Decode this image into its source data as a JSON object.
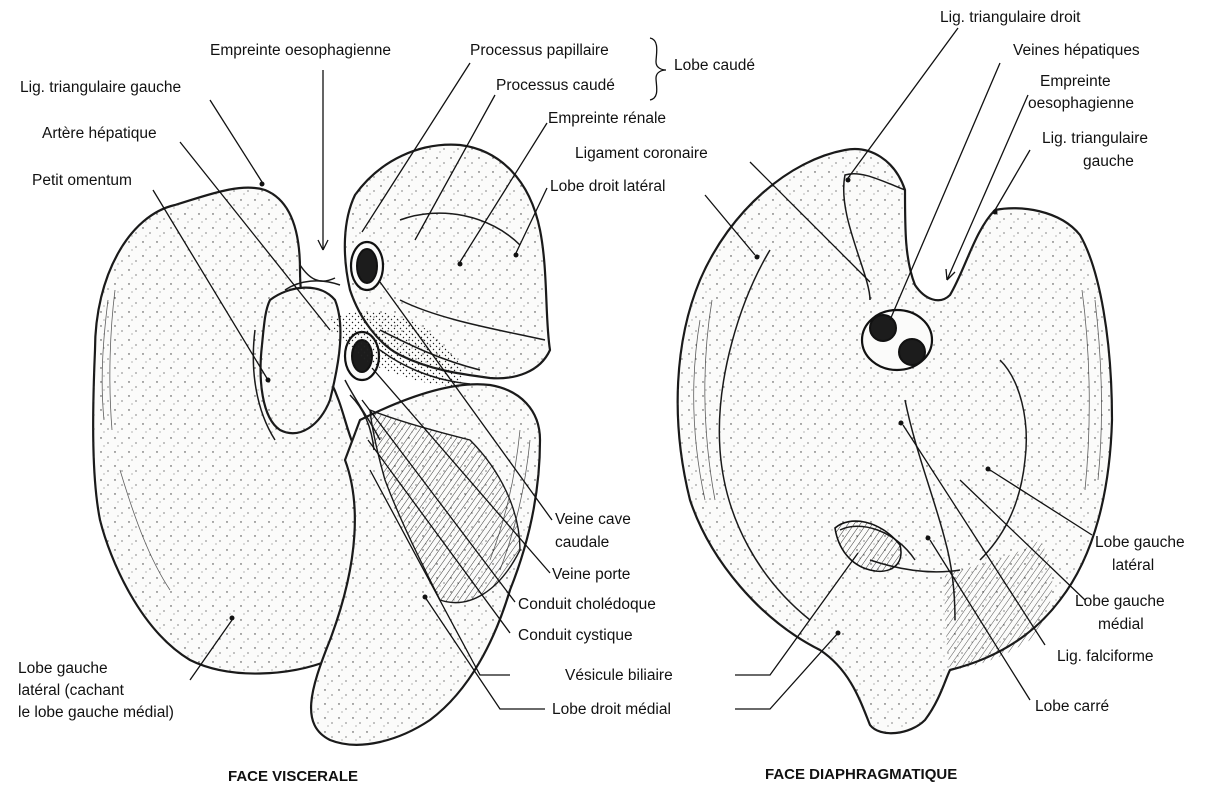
{
  "panels": [
    {
      "caption": "FACE VISCERALE",
      "labels": [
        "Empreinte oesophagienne",
        "Processus papillaire",
        "Processus caudé",
        "Lobe caudé",
        "Lig. triangulaire gauche",
        "Artère hépatique",
        "Petit omentum",
        "Empreinte rénale",
        "Lobe droit latéral",
        "Veine cave",
        "caudale",
        "Veine porte",
        "Conduit cholédoque",
        "Conduit cystique",
        "Vésicule biliaire",
        "Lobe droit médial",
        "Lobe gauche",
        "latéral (cachant",
        "le lobe gauche médial)"
      ]
    },
    {
      "caption": "FACE DIAPHRAGMATIQUE",
      "labels": [
        "Lig. triangulaire droit",
        "Veines hépatiques",
        "Empreinte",
        "oesophagienne",
        "Lig. triangulaire",
        "gauche",
        "Ligament coronaire",
        "Lobe gauche",
        "latéral",
        "Lobe gauche",
        "médial",
        "Lig. falciforme",
        "Lobe carré"
      ]
    }
  ]
}
